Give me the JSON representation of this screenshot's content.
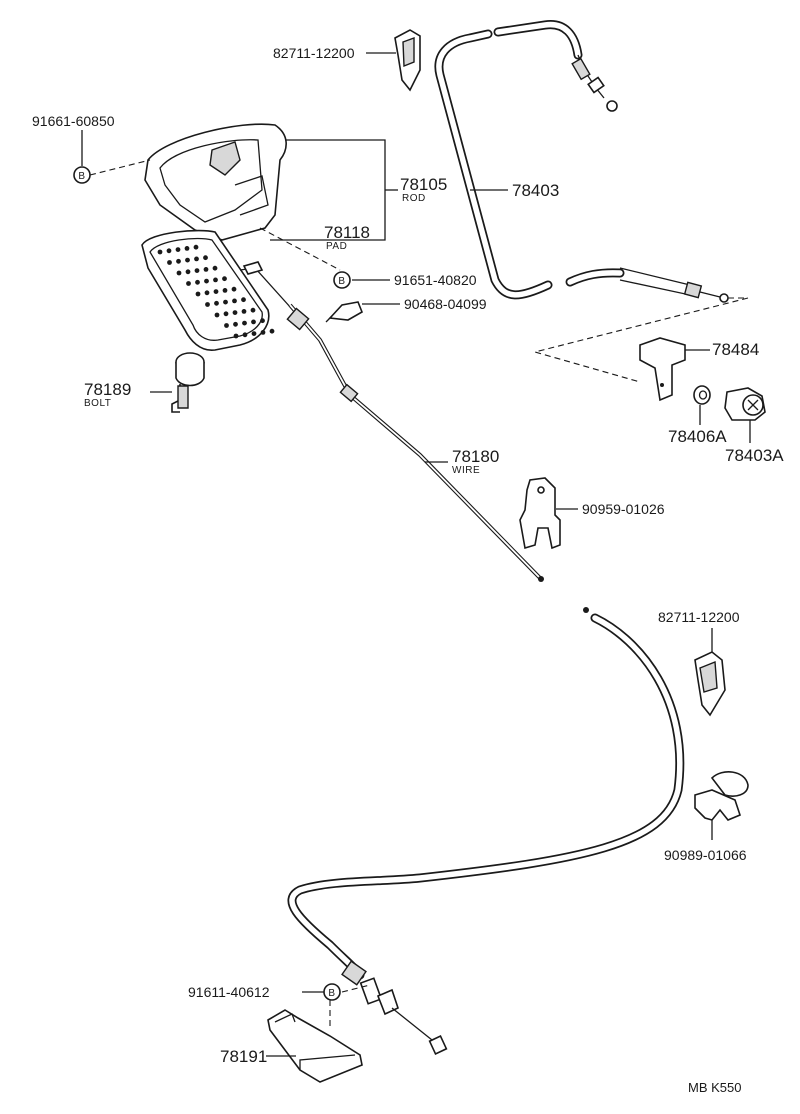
{
  "labels": {
    "p82711_top": "82711-12200",
    "p91661": "91661-60850",
    "p78105": "78105",
    "rod": "ROD",
    "p78118": "78118",
    "pad": "PAD",
    "p91651": "91651-40820",
    "p90468": "90468-04099",
    "p78403": "78403",
    "p78484": "78484",
    "p78406A": "78406A",
    "p78403A": "78403A",
    "p78189": "78189",
    "bolt": "BOLT",
    "p78180": "78180",
    "wire": "WIRE",
    "p90959": "90959-01026",
    "p82711_mid": "82711-12200",
    "p90989": "90989-01066",
    "p91611": "91611-40612",
    "p78191": "78191",
    "footer": "MB  K550"
  },
  "bolt_marker": "B",
  "colors": {
    "ink": "#1a1a1a",
    "paper": "#ffffff",
    "shade": "#d8d8d8"
  }
}
